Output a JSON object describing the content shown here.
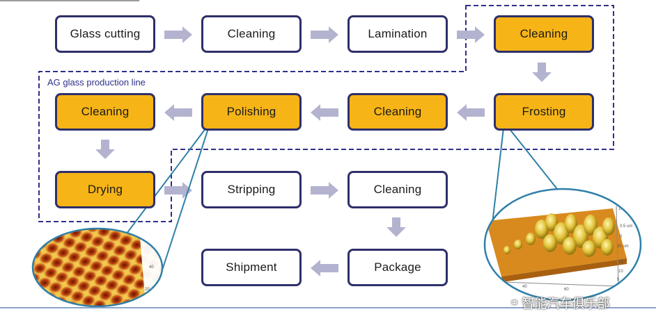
{
  "steps": {
    "glass_cutting": "Glass cutting",
    "cleaning_1": "Cleaning",
    "lamination": "Lamination",
    "cleaning_2": "Cleaning",
    "frosting": "Frosting",
    "cleaning_3": "Cleaning",
    "polishing": "Polishing",
    "cleaning_4": "Cleaning",
    "drying": "Drying",
    "stripping": "Stripping",
    "cleaning_5": "Cleaning",
    "package": "Package",
    "shipment": "Shipment"
  },
  "ag_region_label": "AG glass production line",
  "watermark": {
    "icon": "wechat-icon",
    "text": "智能汽车俱乐部"
  },
  "colors": {
    "ag_step": "#f6b416",
    "box_border": "#2e2f6a",
    "arrow": "#b3b3d0",
    "dash": "#2e2f8a",
    "callout": "#2f7fa8"
  },
  "inset_right_ticks": {
    "side": [
      "1.0",
      "0.5 um",
      "0",
      "20 um",
      "15",
      "10",
      "5"
    ],
    "bottom": [
      "40",
      "60"
    ]
  },
  "inset_left_ticks": [
    "40",
    "20"
  ]
}
